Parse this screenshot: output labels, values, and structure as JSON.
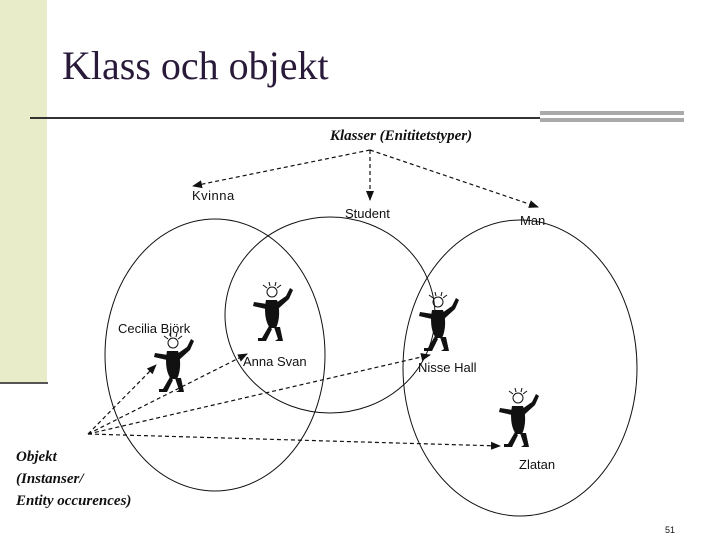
{
  "slide": {
    "title": "Klass och objekt",
    "page_number": "51"
  },
  "diagram": {
    "classes_heading": "Klasser (Enititetstyper)",
    "classes": {
      "kvinna": "Kvinna",
      "student": "Student",
      "man": "Man"
    },
    "objects": {
      "cecilia": "Cecilia Björk",
      "anna": "Anna Svan",
      "nisse": "Nisse Hall",
      "zlatan": "Zlatan"
    },
    "objects_heading": {
      "line1": "Objekt",
      "line2": "(Instanser/",
      "line3": "Entity occurences)"
    }
  }
}
